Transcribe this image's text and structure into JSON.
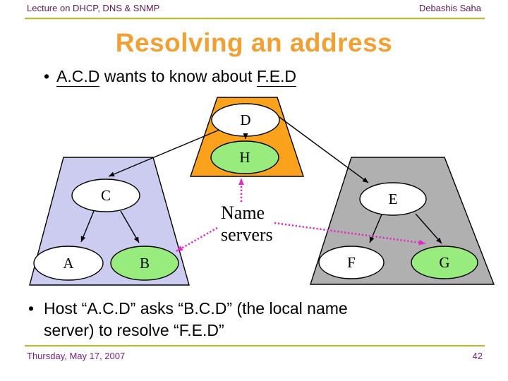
{
  "slide": {
    "header": {
      "course": "Lecture on DHCP, DNS & SNMP",
      "author": "Debashis Saha"
    },
    "title": "Resolving an address",
    "bullets": {
      "first": {
        "marker": "•",
        "host": "A.C.D",
        "middle": " wants to know about ",
        "target": "F.E.D"
      },
      "second": {
        "marker": "•",
        "lines": [
          "Host “A.C.D” asks “B.C.D” (the local name",
          "server) to resolve “F.E.D”"
        ]
      }
    },
    "diagram": {
      "label": {
        "line1": "Name",
        "line2": "servers"
      },
      "nodes": {
        "d": "D",
        "h": "H",
        "c": "C",
        "a": "A",
        "b": "B",
        "e": "E",
        "f": "F",
        "g": "G"
      }
    },
    "footer": {
      "date": "Thursday, May 17, 2007",
      "page": "42"
    },
    "colors": {
      "title": "#F2A033",
      "header_text": "#5D1A61",
      "footer_text": "#7A1D85",
      "rule_olive": "#B9B93E",
      "zone_top_orange": "#FAA21B",
      "zone_left_lavender": "#CCCCF0",
      "zone_right_gray": "#B0B0B0",
      "server_node_green": "#98EC7E",
      "host_node_white": "#FFFFFF",
      "query_arrow_magenta": "#E02AC8",
      "tree_arrow_black": "#000000"
    }
  }
}
